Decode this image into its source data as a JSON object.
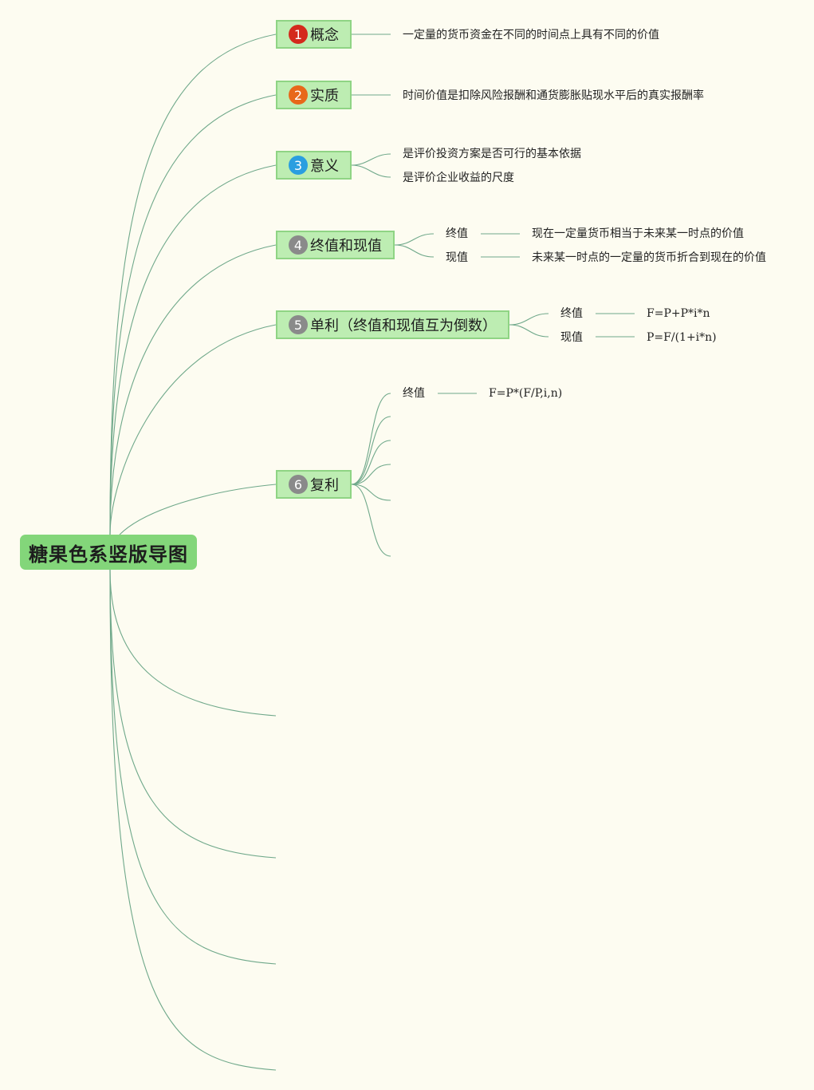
{
  "root": {
    "title": "糖果色系竖版导图"
  },
  "colors": {
    "line": "#6fa88a",
    "badge_1": "#d42a1c",
    "badge_2": "#e8681a",
    "badge_3": "#2a9ee0",
    "badge_gray": "#8a8a8a",
    "topic_fill": "#bdedb2",
    "root_fill": "#83d67a"
  },
  "topics": [
    {
      "num": "1",
      "label": "概念",
      "leaves": [
        "一定量的货币资金在不同的时间点上具有不同的价值"
      ]
    },
    {
      "num": "2",
      "label": "实质",
      "leaves": [
        "时间价值是扣除风险报酬和通货膨胀贴现水平后的真实报酬率"
      ]
    },
    {
      "num": "3",
      "label": "意义",
      "leaves": [
        "是评价投资方案是否可行的基本依据",
        "是评价企业收益的尺度"
      ]
    },
    {
      "num": "4",
      "label": "终值和现值",
      "subs": [
        {
          "label": "终值",
          "detail": "现在一定量货币相当于未来某一时点的价值"
        },
        {
          "label": "现值",
          "detail": "未来某一时点的一定量的货币折合到现在的价值"
        }
      ]
    },
    {
      "num": "5",
      "label": "单利（终值和现值互为倒数）",
      "subs": [
        {
          "label": "终值",
          "detail": "F=P+P*i*n"
        },
        {
          "label": "现值",
          "detail": "P=F/(1+i*n)"
        }
      ]
    },
    {
      "num": "6",
      "label": "复利",
      "subs": [
        {
          "label": "终值",
          "detail": "F=P*(F/P,i,n)"
        }
      ]
    }
  ]
}
